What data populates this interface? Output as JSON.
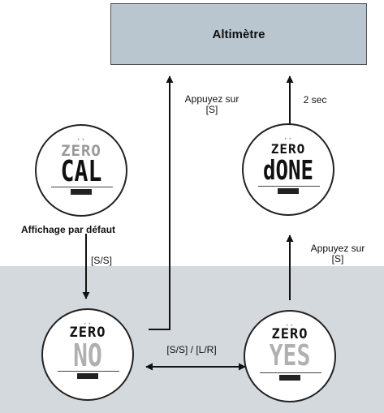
{
  "title": "Altimètre",
  "labels": {
    "press_s_left": [
      "Appuyez sur",
      "[S]"
    ],
    "two_sec": "2 sec",
    "press_s_right": [
      "Appuyez sur",
      "[S]"
    ],
    "ss": "[S/S]",
    "ss_lr": "[S/S] / [L/R]",
    "default_display": "Affichage par défaut"
  },
  "watches": {
    "cal": {
      "top": "ZERO",
      "main": "CAL"
    },
    "done": {
      "top": "ZERO",
      "main": "dONE"
    },
    "no": {
      "top": "ZERO",
      "main": "NO"
    },
    "yes": {
      "top": "ZERO",
      "main": "YES"
    }
  },
  "colors": {
    "title_box_fill": "#b9c6cf",
    "band_fill": "#d4d9de",
    "inactive_segment": "#b0b0b0"
  }
}
